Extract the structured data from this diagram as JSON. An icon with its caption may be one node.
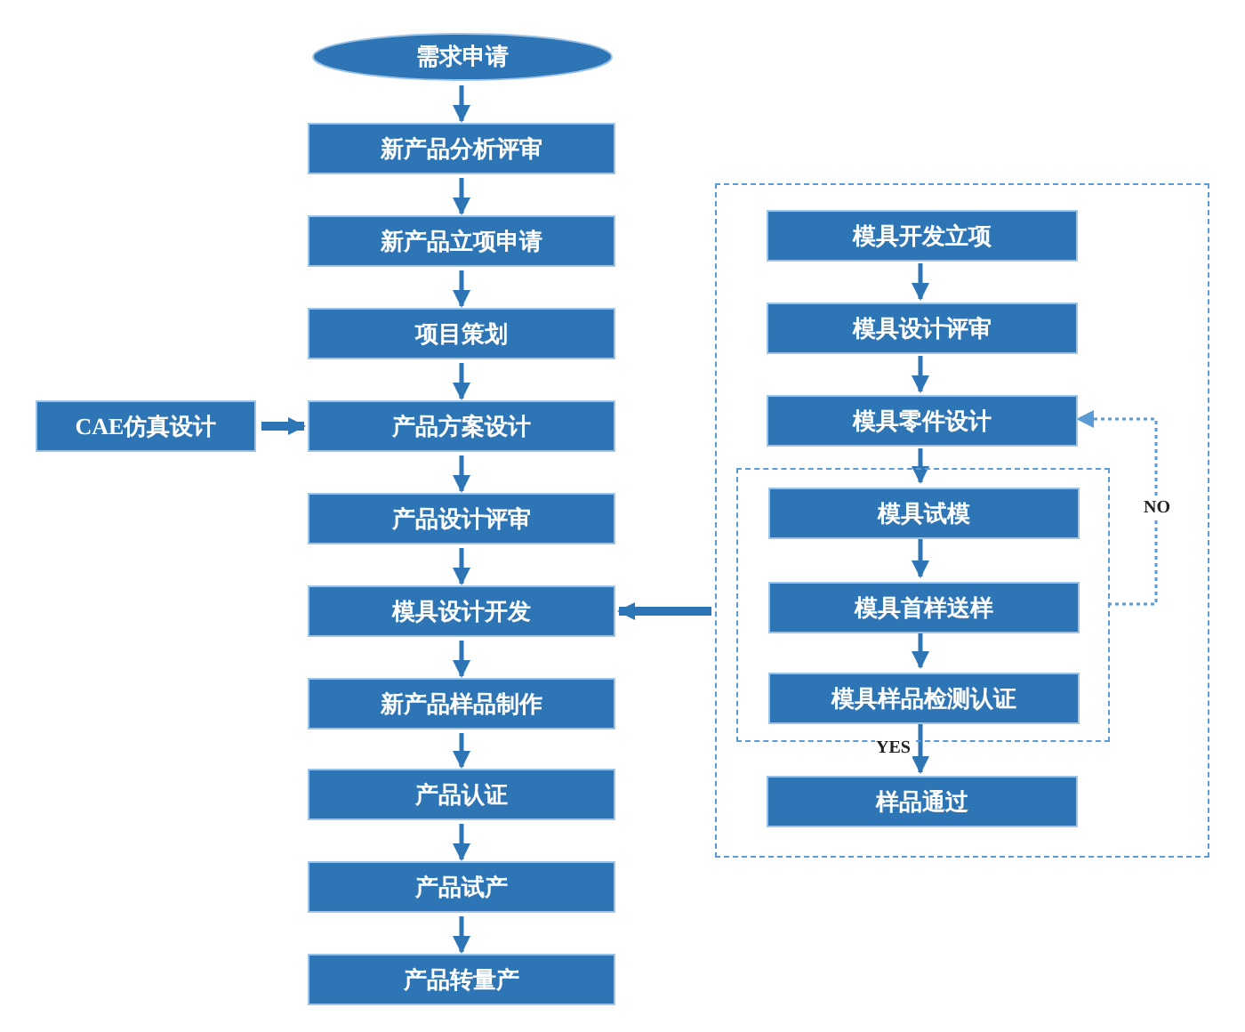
{
  "diagram": {
    "nodes": [
      {
        "text": [
          "需求申请"
        ]
      },
      {
        "text": [
          "新产品分析评审"
        ]
      },
      {
        "text": [
          "新产品立项申请"
        ]
      },
      {
        "text": [
          "项目策划"
        ]
      },
      {
        "text": [
          "CAE仿真设计"
        ]
      },
      {
        "text": [
          "产品方案设计"
        ]
      },
      {
        "text": [
          "产品设计评审"
        ]
      },
      {
        "text": [
          "模具设计开发"
        ]
      },
      {
        "text": [
          "新产品样品制作"
        ]
      },
      {
        "text": [
          "产品认证"
        ]
      },
      {
        "text": [
          "产品试产"
        ]
      },
      {
        "text": [
          "产品转量产"
        ]
      },
      {
        "text": [],
        "shape": "box"
      },
      {
        "text": [
          "模具开发立项"
        ],
        "in": 12
      },
      {
        "text": [
          "模具设计评审"
        ],
        "in": 12
      },
      {
        "text": [
          "模具零件设计"
        ],
        "in": 12
      },
      {
        "text": [],
        "shape": "box",
        "in": 12
      },
      {
        "text": [
          "模具试模"
        ],
        "in": 16
      },
      {
        "text": [
          "模具首样送样"
        ],
        "in": 16
      },
      {
        "text": [
          "模具样品检测认证"
        ],
        "in": 16
      },
      {
        "text": [
          "样品通过"
        ],
        "in": 12
      }
    ],
    "edges": [
      {
        "from": 0,
        "to": 1,
        "arrow": "to"
      },
      {
        "from": 1,
        "to": 2,
        "arrow": "to"
      },
      {
        "from": 2,
        "to": 3,
        "arrow": "to"
      },
      {
        "from": 3,
        "to": 5,
        "arrow": "to"
      },
      {
        "from": 4,
        "to": 5,
        "arrow": "to",
        "style": "thick"
      },
      {
        "from": 5,
        "to": 6,
        "arrow": "to"
      },
      {
        "from": 6,
        "to": 7,
        "arrow": "to"
      },
      {
        "from": 7,
        "to": 8,
        "arrow": "to"
      },
      {
        "from": 8,
        "to": 9,
        "arrow": "to"
      },
      {
        "from": 9,
        "to": 10,
        "arrow": "to"
      },
      {
        "from": 10,
        "to": 11,
        "arrow": "to"
      },
      {
        "from": 12,
        "to": 7,
        "arrow": "to",
        "style": "thick"
      },
      {
        "from": 13,
        "to": 14,
        "arrow": "to"
      },
      {
        "from": 14,
        "to": 15,
        "arrow": "to"
      },
      {
        "from": 15,
        "to": 17,
        "arrow": "to"
      },
      {
        "from": 17,
        "to": 18,
        "arrow": "to"
      },
      {
        "from": 18,
        "to": 19,
        "arrow": "to"
      },
      {
        "from": 19,
        "to": 20,
        "arrow": "to",
        "label": "YES"
      },
      {
        "from": 16,
        "to": 15,
        "arrow": "to",
        "label": "NO",
        "style": "dashed",
        "color": "#5b9bd5"
      }
    ]
  }
}
